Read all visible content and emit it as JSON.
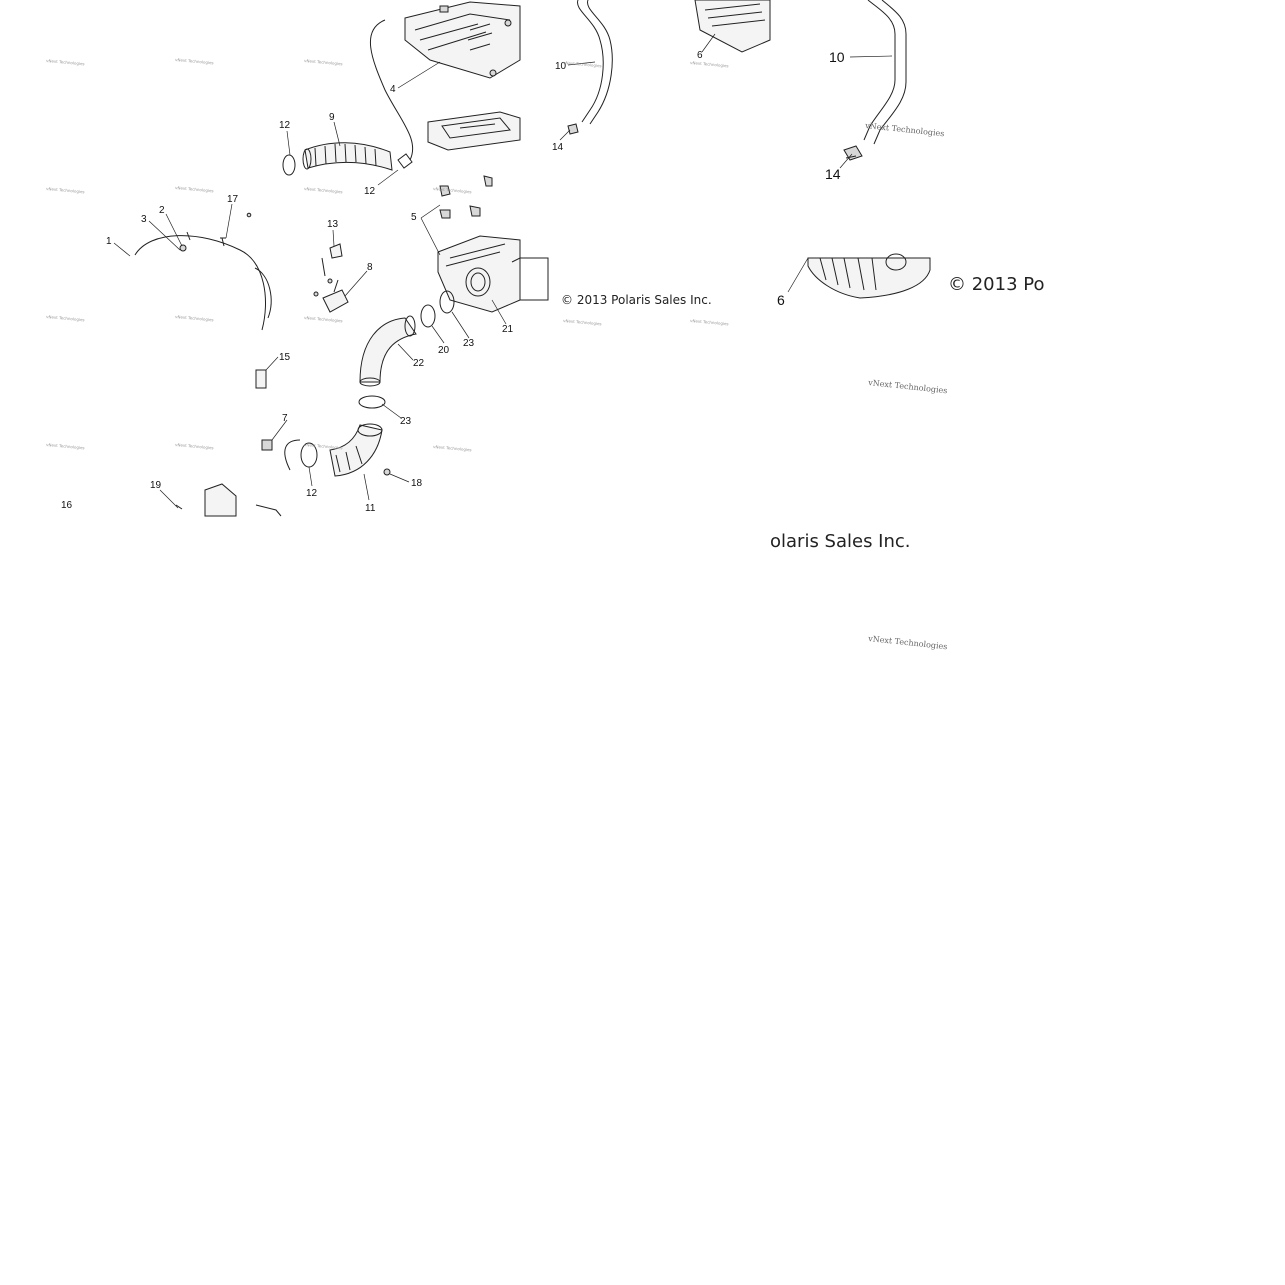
{
  "diagram": {
    "left_panel": {
      "callouts": [
        "1",
        "2",
        "3",
        "4",
        "5",
        "7",
        "8",
        "9",
        "10",
        "11",
        "12",
        "12",
        "12",
        "13",
        "14",
        "15",
        "16",
        "17",
        "18",
        "19",
        "20",
        "21",
        "22",
        "23",
        "23",
        "6"
      ],
      "copyright": "© 2013 Polaris Sales Inc."
    },
    "right_panel": {
      "callouts": [
        "10",
        "14",
        "6"
      ],
      "copyright_top_fragment": "© 2013 Po",
      "copyright_bottom_fragment": "olaris Sales Inc."
    },
    "watermark_text": "vNext Technologies"
  }
}
